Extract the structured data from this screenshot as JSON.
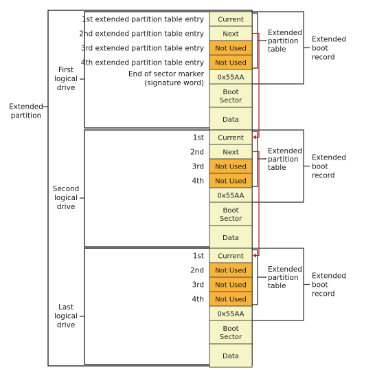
{
  "outer_label": [
    "Extended",
    "partition"
  ],
  "colors": {
    "cell": "#f5f5c8",
    "not_used": "#f8b43a",
    "pointer": "#cc2020"
  },
  "drives": [
    {
      "name": [
        "First",
        "logical",
        "drive"
      ],
      "rows": [
        {
          "label": [
            "1st extended partition table entry"
          ],
          "value": "Current",
          "style": "plain"
        },
        {
          "label": [
            "2nd extended partition table entry"
          ],
          "value": "Next",
          "style": "plain"
        },
        {
          "label": [
            "3rd extended partition  table entry"
          ],
          "value": "Not Used",
          "style": "hot"
        },
        {
          "label": [
            "4th extended partition table entry"
          ],
          "value": "Not Used",
          "style": "hot"
        },
        {
          "label": [
            "End of sector marker",
            "(signature word)"
          ],
          "value": "0x55AA",
          "style": "plain"
        },
        {
          "label": [],
          "value": [
            "Boot",
            "Sector"
          ],
          "style": "plain",
          "size": "tall"
        },
        {
          "label": [],
          "value": [
            "Data"
          ],
          "style": "plain",
          "size": "tall"
        }
      ],
      "ept_label": [
        "Extended",
        "partition",
        "table"
      ],
      "ebr_label": [
        "Extended",
        "boot",
        "record"
      ]
    },
    {
      "name": [
        "Second",
        "logical",
        "drive"
      ],
      "rows": [
        {
          "label": [
            "1st"
          ],
          "value": "Current",
          "style": "plain"
        },
        {
          "label": [
            "2nd"
          ],
          "value": "Next",
          "style": "plain"
        },
        {
          "label": [
            "3rd"
          ],
          "value": "Not Used",
          "style": "hot"
        },
        {
          "label": [
            "4th"
          ],
          "value": "Not Used",
          "style": "hot"
        },
        {
          "label": [],
          "value": "0x55AA",
          "style": "plain"
        },
        {
          "label": [],
          "value": [
            "Boot",
            "Sector"
          ],
          "style": "plain",
          "size": "tall"
        },
        {
          "label": [],
          "value": [
            "Data"
          ],
          "style": "plain",
          "size": "tall"
        }
      ],
      "ept_label": [
        "Extended",
        "partition",
        "table"
      ],
      "ebr_label": [
        "Extended",
        "boot",
        "record"
      ]
    },
    {
      "name": [
        "Last",
        "logical",
        "drive"
      ],
      "rows": [
        {
          "label": [
            "1st"
          ],
          "value": "Current",
          "style": "plain"
        },
        {
          "label": [
            "2nd"
          ],
          "value": "Not Used",
          "style": "hot"
        },
        {
          "label": [
            "3rd"
          ],
          "value": "Not Used",
          "style": "hot"
        },
        {
          "label": [
            "4th"
          ],
          "value": "Not Used",
          "style": "hot"
        },
        {
          "label": [],
          "value": "0x55AA",
          "style": "plain"
        },
        {
          "label": [],
          "value": [
            "Boot",
            "Sector"
          ],
          "style": "plain",
          "size": "tall"
        },
        {
          "label": [],
          "value": [
            "Data"
          ],
          "style": "plain",
          "size": "tall"
        }
      ],
      "ept_label": [
        "Extended",
        "partition",
        "table"
      ],
      "ebr_label": [
        "Extended",
        "boot",
        "record"
      ]
    }
  ]
}
